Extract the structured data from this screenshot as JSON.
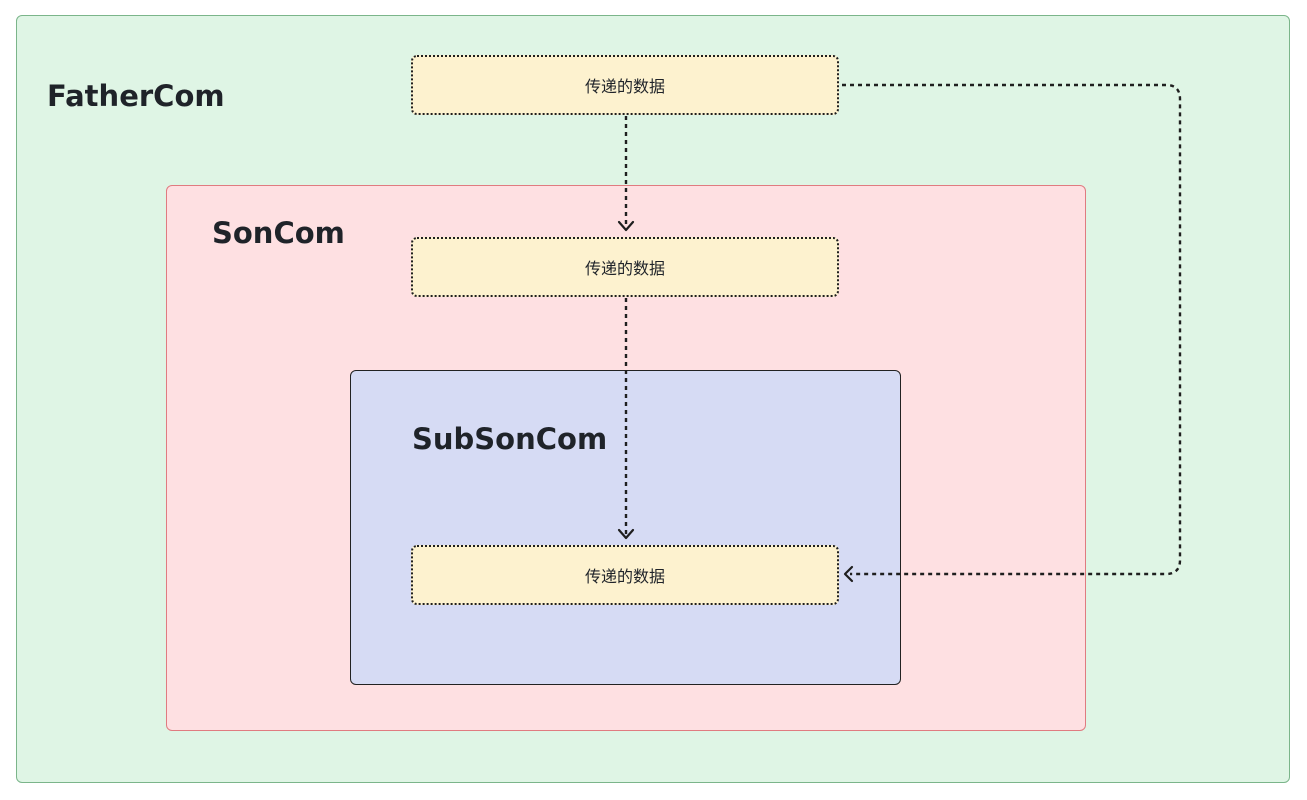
{
  "containers": {
    "father": {
      "label": "FatherCom",
      "fill": "#dff5e5",
      "border": "#7bb58a"
    },
    "son": {
      "label": "SonCom",
      "fill": "#fee0e2",
      "border": "#e07b80"
    },
    "subson": {
      "label": "SubSonCom",
      "fill": "#d6dbf4",
      "border": "#222222"
    }
  },
  "data_boxes": [
    {
      "label": "传递的数据",
      "fill": "#fdf2cf"
    },
    {
      "label": "传递的数据",
      "fill": "#fdf2cf"
    },
    {
      "label": "传递的数据",
      "fill": "#fdf2cf"
    }
  ],
  "connectors": [
    {
      "from": "father-data-box",
      "to": "son-data-box",
      "style": "dotted",
      "arrow": true
    },
    {
      "from": "son-data-box",
      "to": "subson-data-box",
      "style": "dotted",
      "arrow": true
    },
    {
      "from": "father-data-box",
      "to": "subson-data-box",
      "style": "dotted",
      "arrow": true
    }
  ]
}
